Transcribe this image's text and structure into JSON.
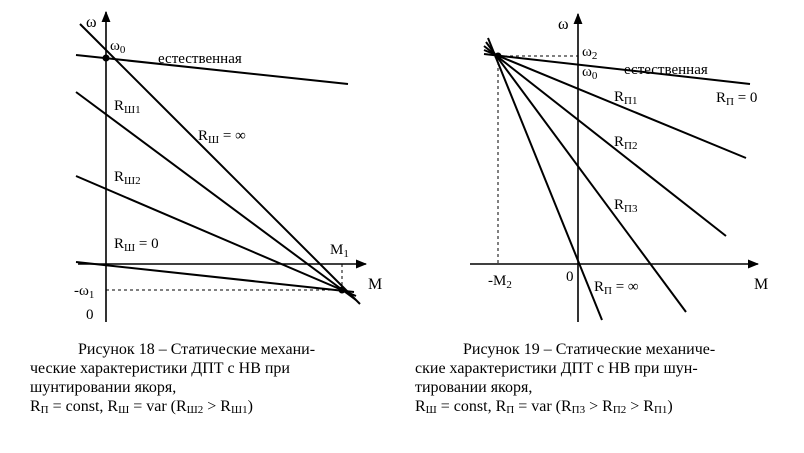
{
  "figure18": {
    "axis_y": "ω",
    "axis_x": "M",
    "omega0": {
      "main": "ω",
      "sub": "0"
    },
    "neg_omega1": {
      "main": "-ω",
      "sub": "1"
    },
    "m1": {
      "main": "M",
      "sub": "1"
    },
    "origin": "0",
    "line_natural": "естественная",
    "line_rsh1": {
      "main": "R",
      "sub": "Ш1"
    },
    "line_rsh2": {
      "main": "R",
      "sub": "Ш2"
    },
    "line_rsh_inf": {
      "main": "R",
      "sub": "Ш",
      "tail": " = ∞"
    },
    "line_rsh_zero": {
      "main": "R",
      "sub": "Ш",
      "tail": " = 0"
    },
    "caption": {
      "line1": "Рисунок 18 – Статические механи-",
      "line2": "ческие характеристики ДПТ с НВ при",
      "line3": "шунтировании якоря,",
      "line4_a": "R",
      "line4_a_sub": "П",
      "line4_b": " = const, R",
      "line4_b_sub": "Ш",
      "line4_c": " = var (R",
      "line4_c_sub": "Ш2",
      "line4_d": " > R",
      "line4_d_sub": "Ш1",
      "line4_e": ")"
    }
  },
  "figure19": {
    "axis_y": "ω",
    "axis_x": "M",
    "omega2": {
      "main": "ω",
      "sub": "2"
    },
    "omega0": {
      "main": "ω",
      "sub": "0"
    },
    "neg_m2": {
      "main": "-M",
      "sub": "2"
    },
    "origin": "0",
    "line_natural": "естественная",
    "line_rp0": {
      "main": "R",
      "sub": "П",
      "tail": " = 0"
    },
    "line_rp1": {
      "main": "R",
      "sub": "П1"
    },
    "line_rp2": {
      "main": "R",
      "sub": "П2"
    },
    "line_rp3": {
      "main": "R",
      "sub": "П3"
    },
    "line_rp_inf": {
      "main": "R",
      "sub": "П",
      "tail": " = ∞"
    },
    "caption": {
      "line1": "Рисунок 19 – Статические механиче-",
      "line2": "ские характеристики ДПТ с НВ при шун-",
      "line3": "тировании якоря,",
      "line4_a": "R",
      "line4_a_sub": "Ш",
      "line4_b": " = const, R",
      "line4_b_sub": "П",
      "line4_c": " = var (R",
      "line4_c_sub": "П3",
      "line4_d": " > R",
      "line4_d_sub": "П2",
      "line4_e": " > R",
      "line4_e_sub": "П1",
      "line4_f": ")"
    }
  }
}
